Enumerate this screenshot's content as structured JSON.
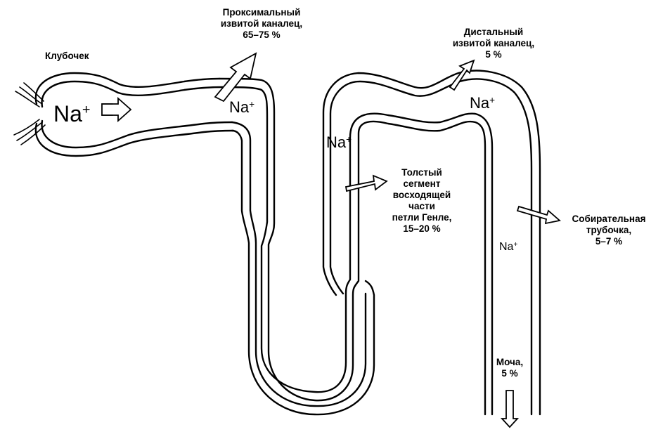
{
  "labels": {
    "glomerulus": "Клубочек",
    "proximal": [
      "Проксимальный",
      "извитой каналец,",
      "65–75 %"
    ],
    "distal": [
      "Дистальный",
      "извитой каналец,",
      "5 %"
    ],
    "thick_ascending": [
      "Толстый",
      "сегмент",
      "восходящей",
      "части",
      "петли Генле,",
      "15–20 %"
    ],
    "collecting": [
      "Собирательная",
      "трубочка,",
      "5–7 %"
    ],
    "urine": [
      "Моча,",
      "5 %"
    ]
  },
  "ions": {
    "glomerulus": {
      "base": "Na",
      "charge": "+"
    },
    "proximal": {
      "base": "Na",
      "charge": "+"
    },
    "ascending": {
      "base": "Na",
      "charge": "+"
    },
    "distal": {
      "base": "Na",
      "charge": "+"
    },
    "collecting": {
      "base": "Na",
      "charge": "+"
    }
  }
}
